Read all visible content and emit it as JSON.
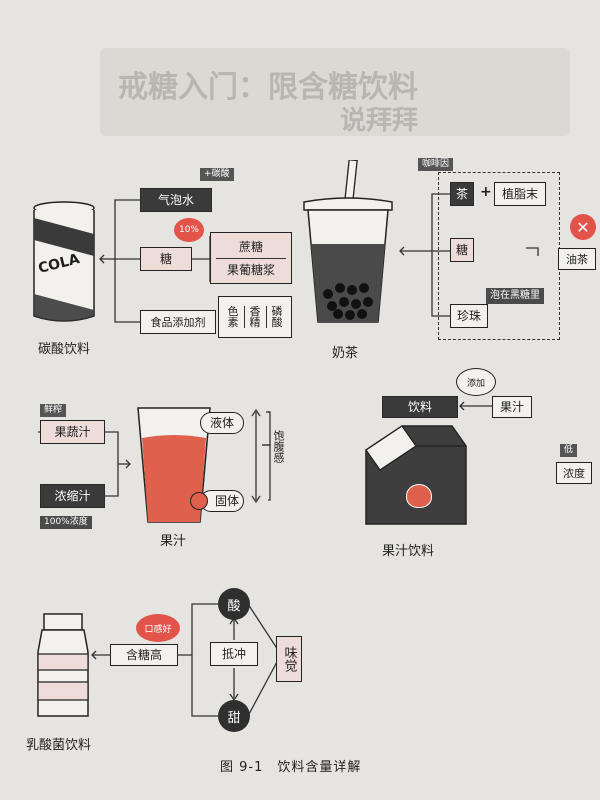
{
  "header": {
    "title_line1": "戒糖入门：限含糖饮料",
    "title_line2": "说拜拜"
  },
  "soda": {
    "name": "碳酸饮料",
    "can_text": "COLA",
    "tag_co2": "+碳酸",
    "item_sparkling": "气泡水",
    "bubble_10": "10%",
    "item_sugar": "糖",
    "sugar_a": "蔗糖",
    "sugar_b": "果葡糖浆",
    "item_additive": "食品添加剂",
    "add_1a": "色",
    "add_1b": "素",
    "add_2a": "香",
    "add_2b": "精",
    "add_3a": "磷",
    "add_3b": "酸"
  },
  "milktea": {
    "name": "奶茶",
    "tag_caffeine": "咖啡因",
    "item_tea": "茶",
    "plus": "+",
    "item_creamer": "植脂末",
    "item_sugar": "糖",
    "item_pearl": "珍珠",
    "tag_pearl": "泡在黑糖里",
    "side_oil": "油茶"
  },
  "juice": {
    "name": "果汁",
    "tag_fresh": "鲜榨",
    "item_fruit": "果蔬汁",
    "item_concentrate": "浓缩汁",
    "tag_100": "100%浓度",
    "liquid": "液体",
    "solid": "固体",
    "satiety": "饱腹感"
  },
  "juicedrink": {
    "name": "果汁饮料",
    "bubble_add": "添加",
    "item_juice": "果汁",
    "box_drink": "饮料",
    "tag_low": "低",
    "item_conc": "浓度"
  },
  "yogurt": {
    "name": "乳酸菌饮料",
    "bubble_taste": "口感好",
    "item_high_sugar": "含糖高",
    "sour": "酸",
    "sweet": "甜",
    "offset": "抵冲",
    "taste": "味觉"
  },
  "figure": {
    "caption": "图 9-1　饮料含量详解"
  },
  "colors": {
    "dark": "#3a3a3a",
    "pink": "#eedcd9",
    "accent": "#e2534a",
    "juice": "#e0604e"
  }
}
